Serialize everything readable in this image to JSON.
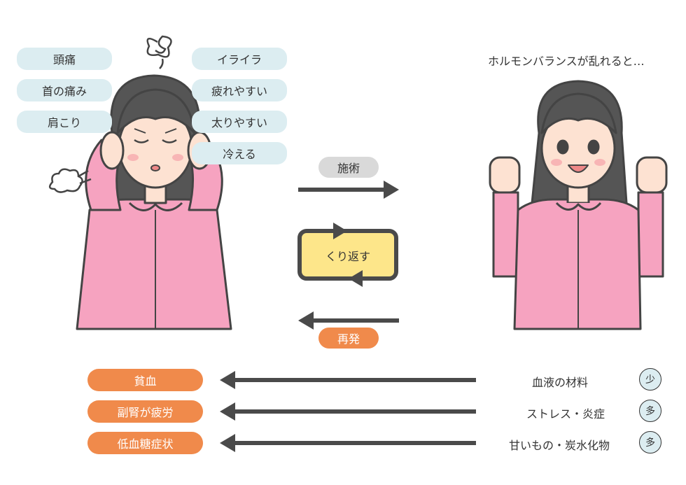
{
  "symptoms_left": [
    "頭痛",
    "首の痛み",
    "肩こり"
  ],
  "symptoms_right": [
    "イライラ",
    "疲れやすい",
    "太りやすい",
    "冷える"
  ],
  "caption": "ホルモンバランスが乱れると…",
  "labels": {
    "treatment": "施術",
    "repeat": "くり返す",
    "relapse": "再発"
  },
  "causes": [
    {
      "result": "貧血",
      "source": "血液の材料",
      "amount": "少"
    },
    {
      "result": "副腎が疲労",
      "source": "ストレス・炎症",
      "amount": "多"
    },
    {
      "result": "低血糖症状",
      "source": "甘いもの・炭水化物",
      "amount": "多"
    }
  ],
  "colors": {
    "pill_blue": "#dcedf1",
    "accent_orange": "#f08a4b",
    "repeat_yellow": "#fde68a",
    "arrow": "#4a4a4a",
    "clothing_pink": "#f6a3c0"
  }
}
